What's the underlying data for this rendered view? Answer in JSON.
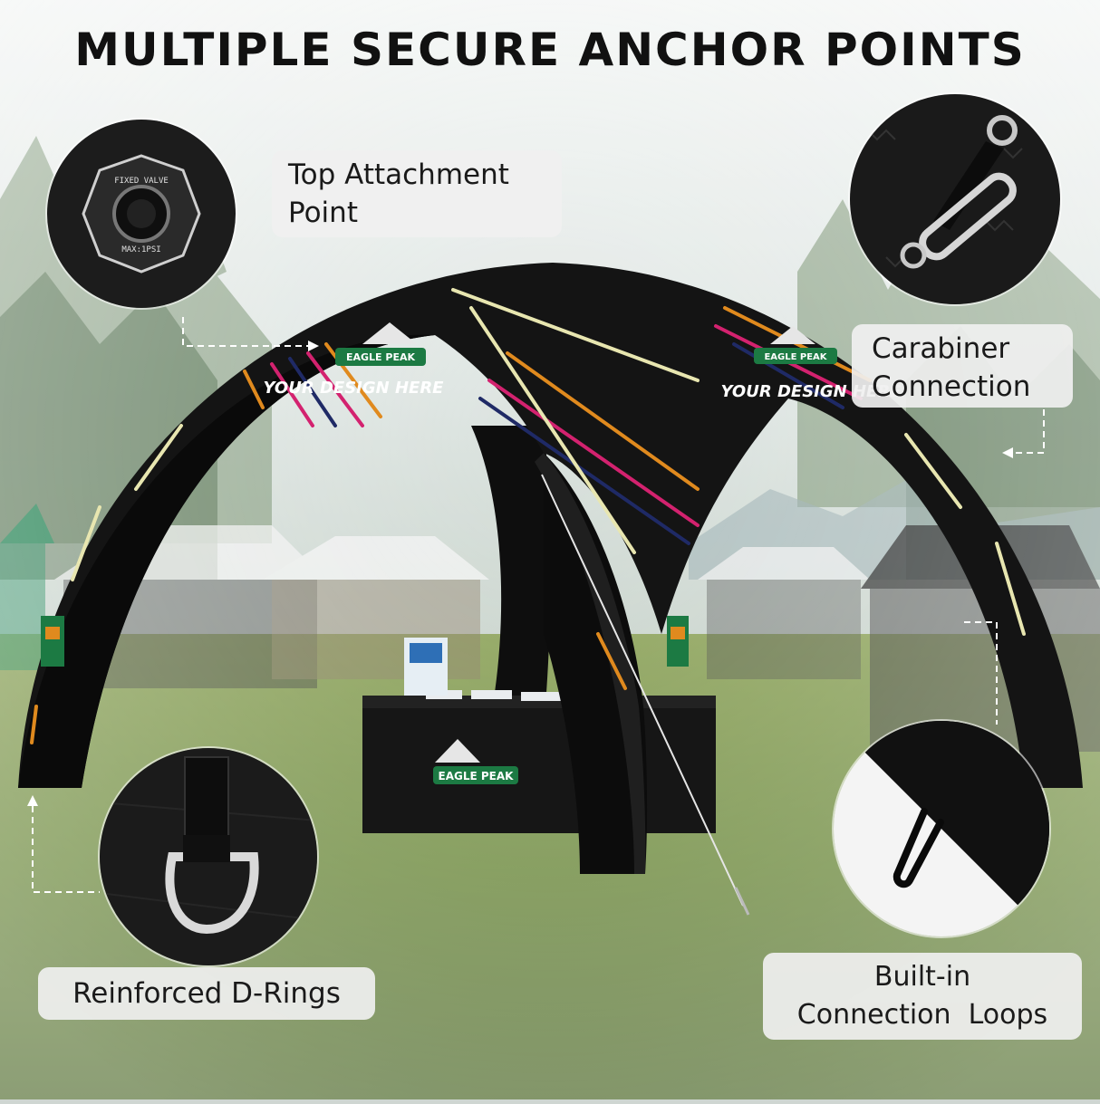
{
  "headline": "MULTIPLE SECURE ANCHOR POINTS",
  "callouts": {
    "top_attachment": [
      "Top Attachment",
      "Point"
    ],
    "carabiner": [
      "Carabiner",
      "Connection"
    ],
    "d_rings": "Reinforced D-Rings",
    "loops": [
      "Built-in",
      "Connection  Loops"
    ]
  },
  "tent_print": {
    "brand": "EAGLE PEAK",
    "design_text": "YOUR DESIGN HERE"
  },
  "valve_ring_text": [
    "FIXED VALVE",
    "MAX:1PSI"
  ],
  "colors": {
    "tent": "#141414",
    "grass": "#6d8a3e",
    "callout_bg": "#f0f0f0",
    "stripe_orange": "#e08a1e",
    "stripe_magenta": "#d3226f",
    "stripe_cream": "#e8e6b0",
    "stripe_navy": "#1f2a66",
    "brand_green": "#1c7a43"
  }
}
